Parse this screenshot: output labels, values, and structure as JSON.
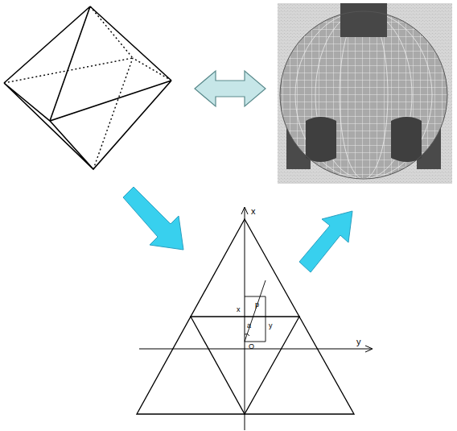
{
  "diagram": {
    "labels": [
      "x",
      "y",
      "x",
      "p",
      "a",
      "y",
      "O"
    ]
  }
}
